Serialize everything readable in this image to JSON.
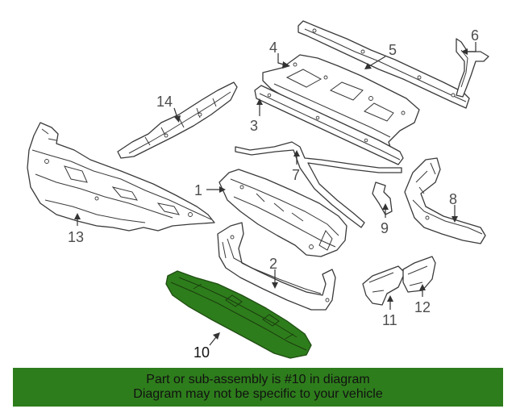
{
  "diagram": {
    "parts": [
      {
        "label": "1",
        "highlighted": false
      },
      {
        "label": "2",
        "highlighted": false
      },
      {
        "label": "3",
        "highlighted": false
      },
      {
        "label": "4",
        "highlighted": false
      },
      {
        "label": "5",
        "highlighted": false
      },
      {
        "label": "6",
        "highlighted": false
      },
      {
        "label": "7",
        "highlighted": false
      },
      {
        "label": "8",
        "highlighted": false
      },
      {
        "label": "9",
        "highlighted": false
      },
      {
        "label": "10",
        "highlighted": true
      },
      {
        "label": "11",
        "highlighted": false
      },
      {
        "label": "12",
        "highlighted": false
      },
      {
        "label": "13",
        "highlighted": false
      },
      {
        "label": "14",
        "highlighted": false
      }
    ]
  },
  "banner": {
    "line1": "Part or sub-assembly is #10 in diagram",
    "line2": "Diagram may not be specific to your vehicle"
  },
  "colors": {
    "highlight": "#2e7d1c",
    "banner_background": "#2e7d1c",
    "line_art": "#3a3a3a",
    "callout_text": "#4d4d4d"
  }
}
